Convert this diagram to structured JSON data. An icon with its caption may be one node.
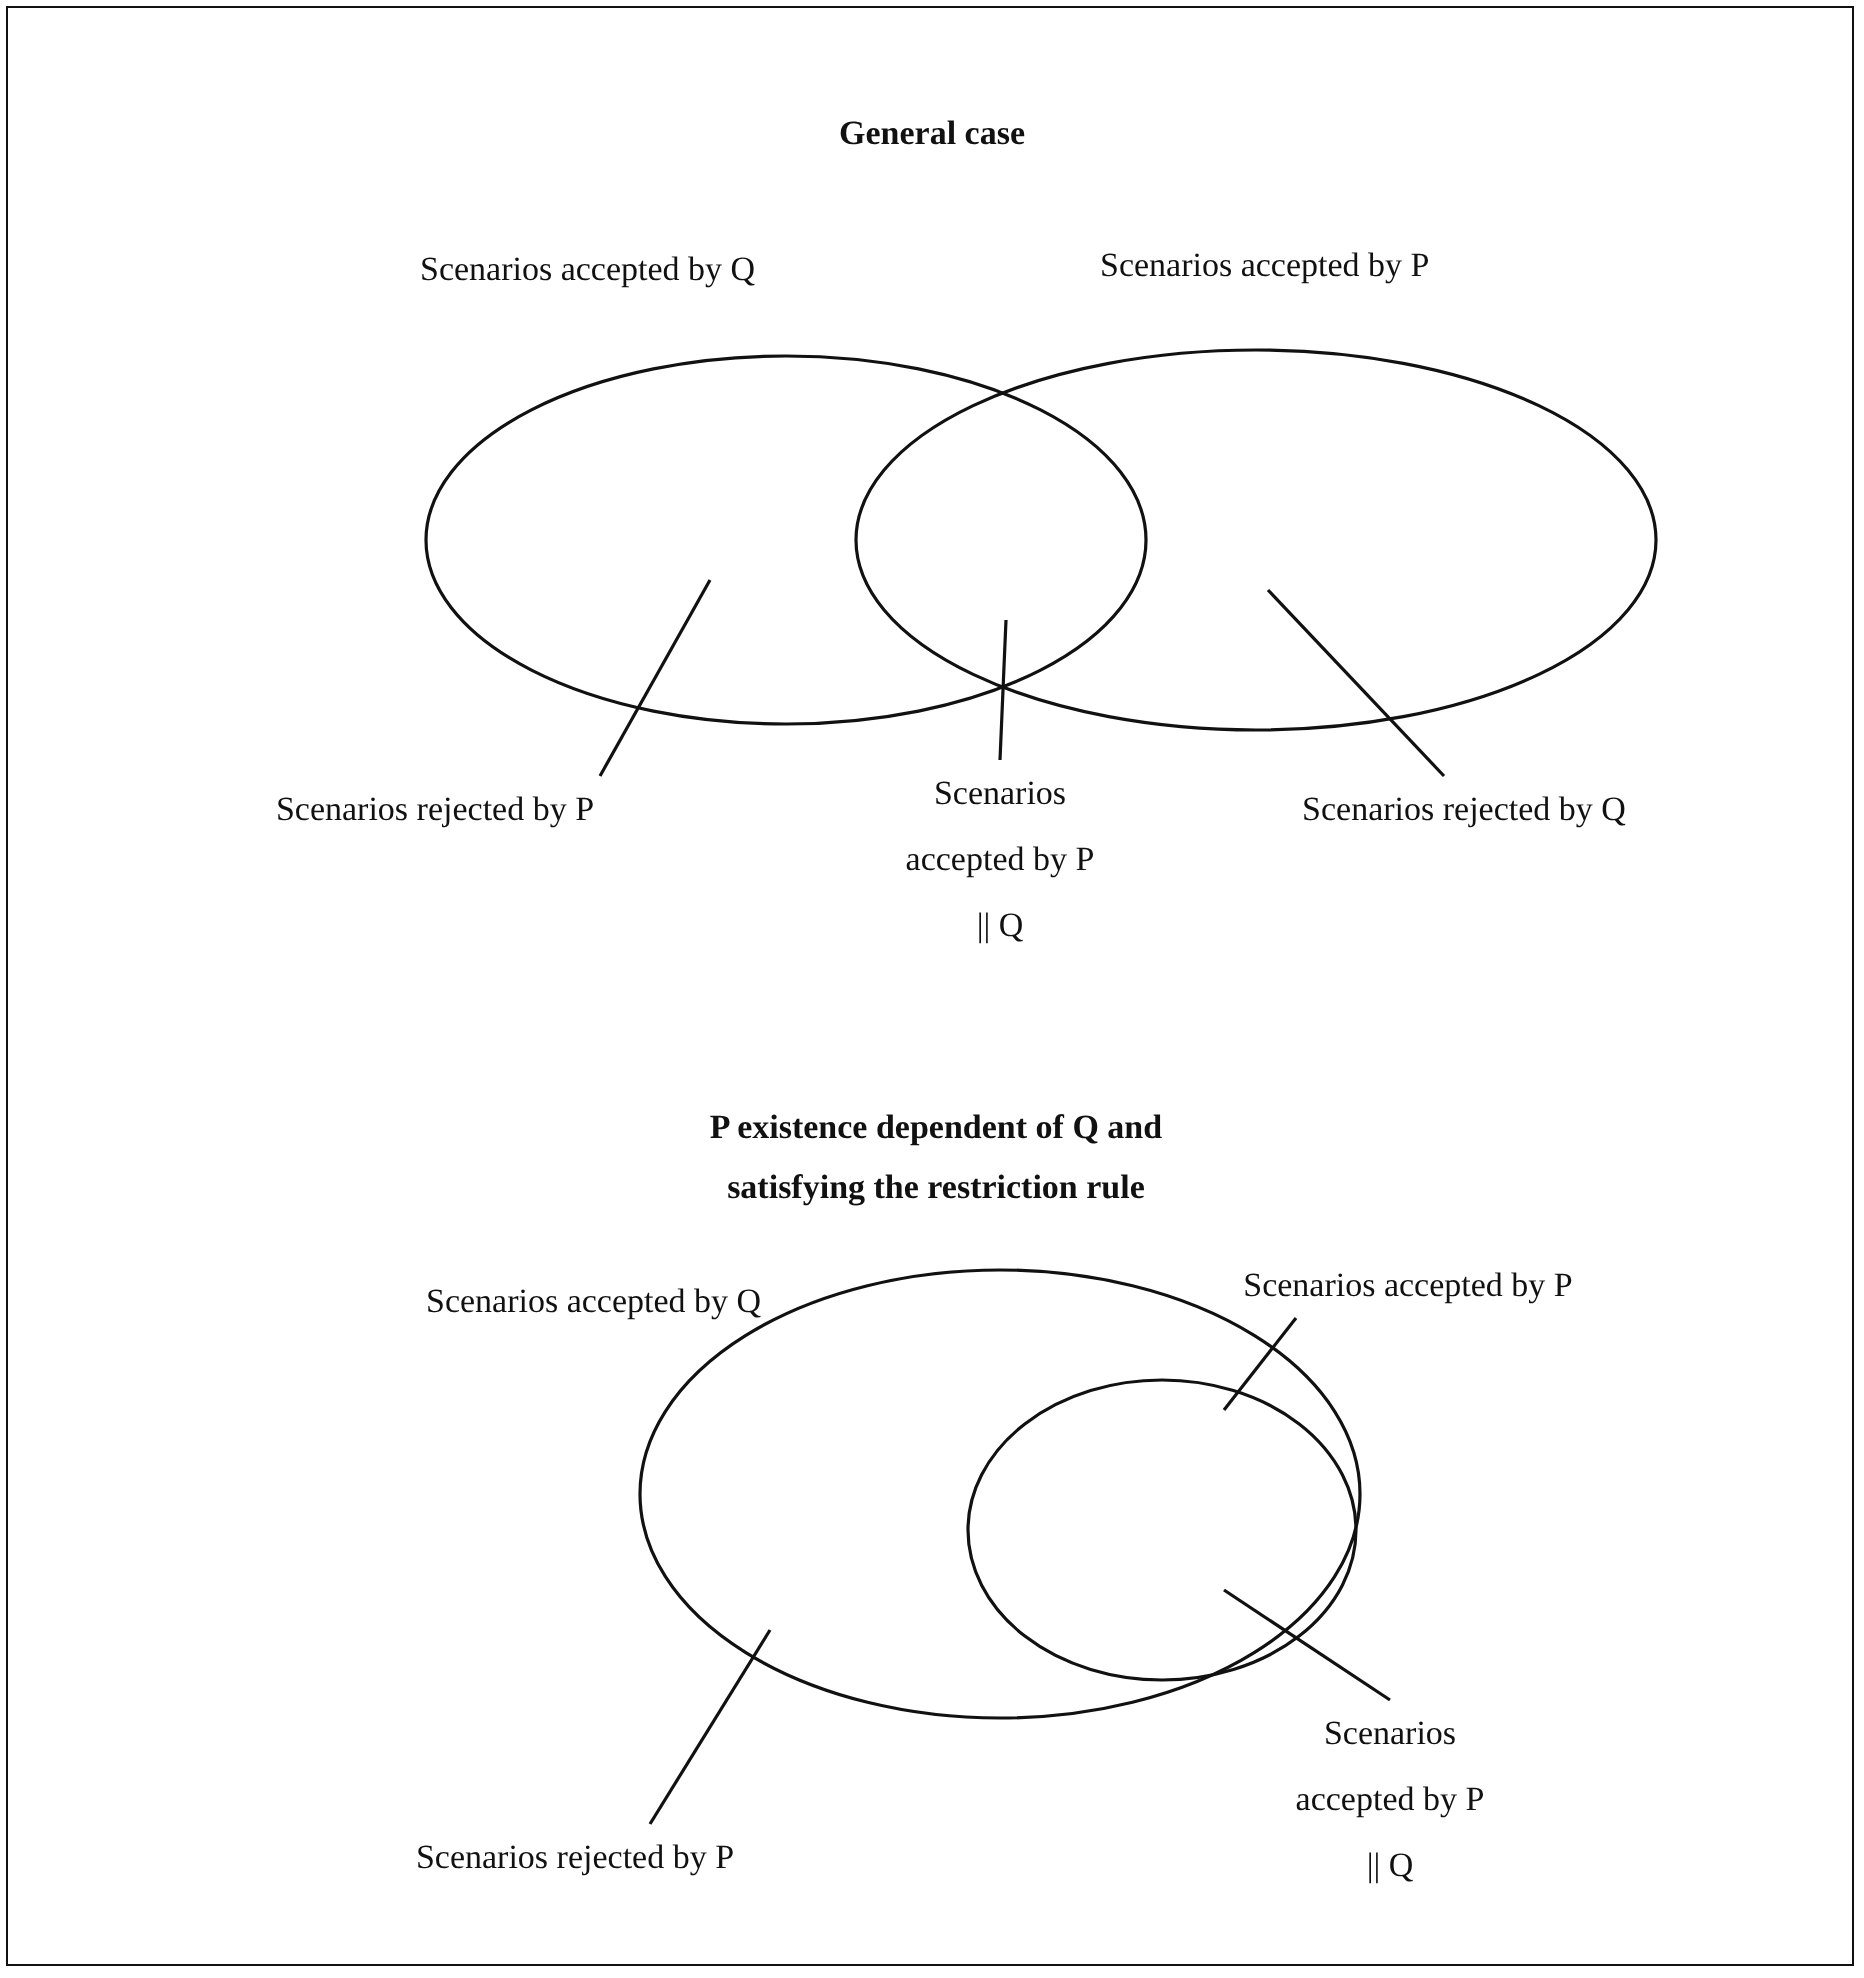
{
  "diagram": {
    "nodes": [
      {
        "text": [
          "Scenarios accepted by Q"
        ]
      },
      {
        "text": [
          "Scenarios accepted by P"
        ]
      },
      {
        "text": [
          "Scenarios rejected by P"
        ]
      },
      {
        "text": [
          "Scenarios accepted by P || Q"
        ]
      },
      {
        "text": [
          "Scenarios rejected by Q"
        ]
      },
      {
        "text": [
          "Scenarios accepted by Q"
        ]
      },
      {
        "text": [
          "Scenarios accepted by P"
        ]
      },
      {
        "text": [],
        "shape": "circle",
        "in": 5
      },
      {
        "text": [
          "Scenarios rejected by P"
        ]
      },
      {
        "text": [
          "Scenarios accepted by P || Q"
        ]
      }
    ],
    "edges": [
      {
        "from": 2,
        "to": 0,
        "arrow": "none"
      },
      {
        "from": 3,
        "to": 0,
        "arrow": "none"
      },
      {
        "from": 4,
        "to": 1,
        "arrow": "none"
      },
      {
        "from": 6,
        "to": 7,
        "arrow": "none"
      },
      {
        "from": 8,
        "to": 5,
        "arrow": "none"
      },
      {
        "from": 9,
        "to": 7,
        "arrow": "none"
      }
    ],
    "labels": [
      "General case",
      "P existence dependent of Q and satisfying the restriction rule"
    ]
  }
}
